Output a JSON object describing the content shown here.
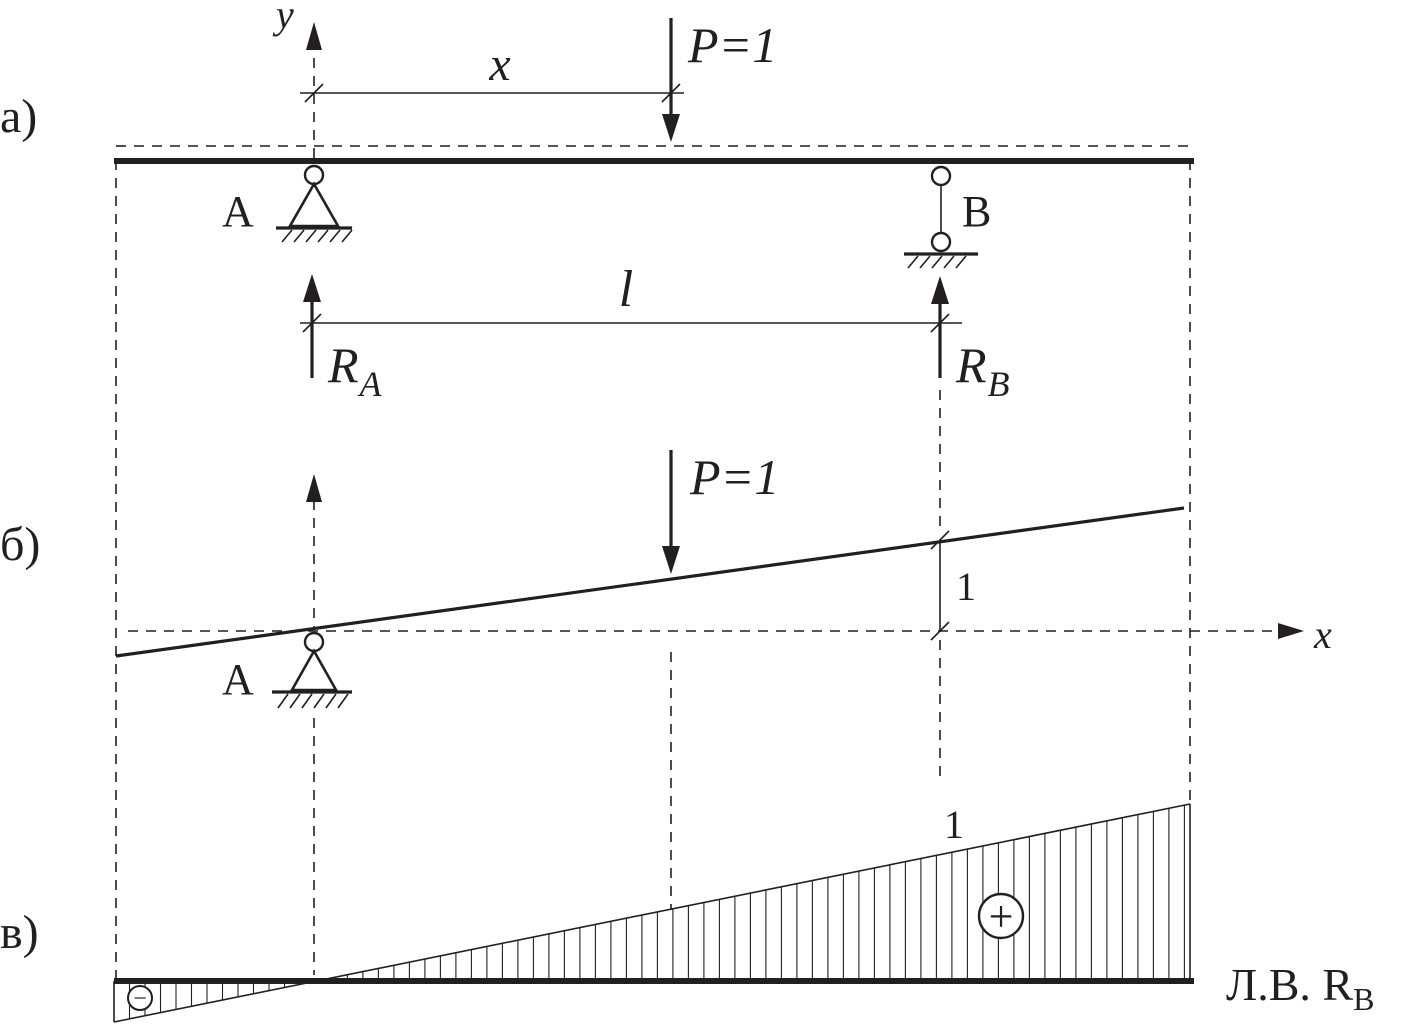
{
  "figure": {
    "panel_labels": {
      "a": "а)",
      "b": "б)",
      "c": "в)"
    },
    "axes": {
      "y": "y",
      "x": "x"
    },
    "dimensions": {
      "x": "x",
      "l": "l"
    },
    "load": {
      "label": "P=1"
    },
    "supports": {
      "a": "A",
      "b": "B"
    },
    "reactions": {
      "ra": {
        "symbol": "R",
        "subscript": "A"
      },
      "rb": {
        "symbol": "R",
        "subscript": "B"
      }
    },
    "displacement_value": "1",
    "influence_line": {
      "ordinate_value": "1",
      "plus_sign": "+",
      "minus_sign": "−",
      "title_prefix": "Л.В. R",
      "title_subscript": "B"
    },
    "colors": {
      "ink": "#231f20",
      "background": "#ffffff"
    }
  }
}
